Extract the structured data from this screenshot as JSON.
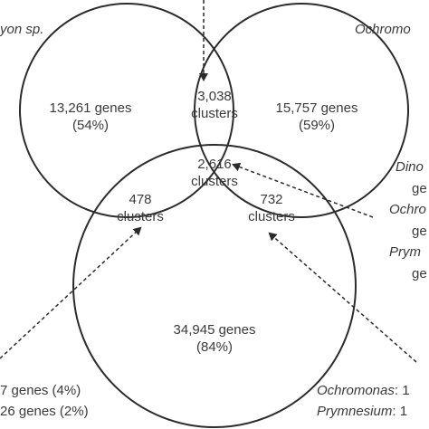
{
  "regions": {
    "left_only": {
      "value": "13,261 genes",
      "percent": "(54%)"
    },
    "top_overlap": {
      "value": "3,038",
      "unit": "clusters"
    },
    "right_only": {
      "value": "15,757 genes",
      "percent": "(59%)"
    },
    "center": {
      "value": "2,616",
      "unit": "clusters"
    },
    "left_bottom_overlap": {
      "value": "478",
      "unit": "clusters"
    },
    "right_bottom_overlap": {
      "value": "732",
      "unit": "clusters"
    },
    "bottom_only": {
      "value": "34,945 genes",
      "percent": "(84%)"
    }
  },
  "edge_labels": {
    "top_left": "yon sp.",
    "top_right": "Ochromo",
    "right_1": "Dino",
    "right_2": "ge",
    "right_3": "Ochro",
    "right_4": "ge",
    "right_5": "Prym",
    "right_6": "ge",
    "bottom_left_1": "7 genes (4%)",
    "bottom_left_2": "26 genes (2%)",
    "bottom_right_1_italic": "Ochromonas",
    "bottom_right_1_rest": ": 1",
    "bottom_right_2_italic": "Prymnesium",
    "bottom_right_2_rest": ": 1"
  },
  "colors": {
    "stroke": "#2b2b2b",
    "text": "#3a3a3a"
  }
}
